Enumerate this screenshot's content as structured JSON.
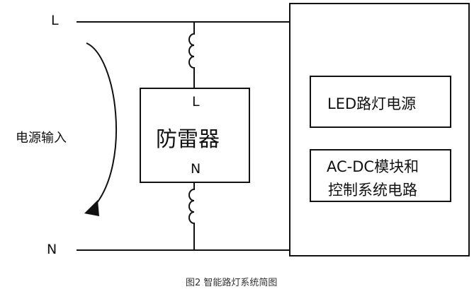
{
  "labels": {
    "line_L": "L",
    "line_N": "N",
    "power_input": "电源输入",
    "spd_L": "L",
    "spd_title": "防雷器",
    "spd_N": "N",
    "led_power": "LED路灯电源",
    "acdc_line1": "AC-DC模块和",
    "acdc_line2": "控制系统电路",
    "caption": "图2 智能路灯系统简图"
  }
}
